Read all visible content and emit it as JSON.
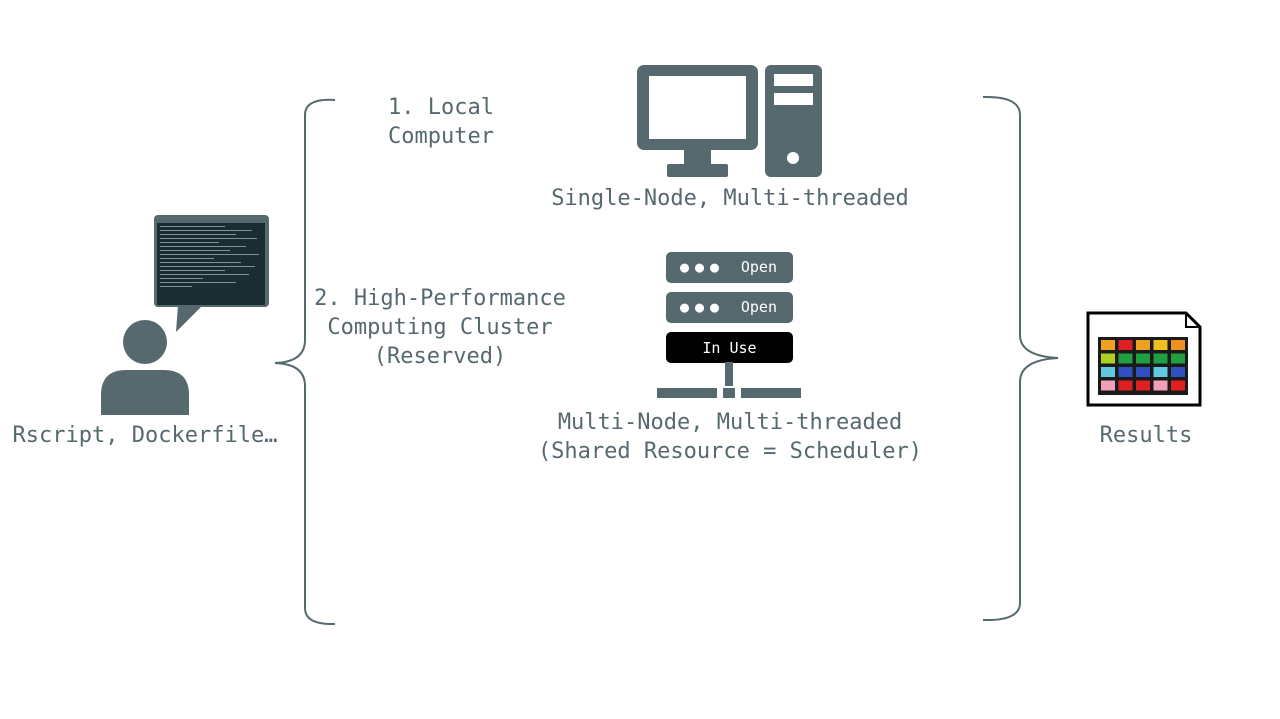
{
  "user": {
    "label": "Rscript, Dockerfile…"
  },
  "options": [
    {
      "label": "1. Local\nComputer"
    },
    {
      "label": "2. High-Performance\nComputing Cluster\n(Reserved)"
    }
  ],
  "local": {
    "caption": "Single-Node, Multi-threaded"
  },
  "cluster": {
    "nodes": [
      {
        "status": "Open"
      },
      {
        "status": "Open"
      },
      {
        "status": "In Use"
      }
    ],
    "caption": "Multi-Node, Multi-threaded\n(Shared Resource = Scheduler)"
  },
  "results": {
    "label": "Results",
    "grid_colors": [
      [
        "#f0a020",
        "#e02020",
        "#f0a020",
        "#f0c020",
        "#f09020"
      ],
      [
        "#b0d020",
        "#20a040",
        "#20a040",
        "#20a040",
        "#20a040"
      ],
      [
        "#60c8e0",
        "#3050c0",
        "#3050c0",
        "#60c8e0",
        "#3050c0"
      ],
      [
        "#f0a0b8",
        "#e02020",
        "#e02020",
        "#f0a0b8",
        "#e02020"
      ]
    ]
  },
  "colors": {
    "icon": "#56696f",
    "text": "#56696f"
  }
}
